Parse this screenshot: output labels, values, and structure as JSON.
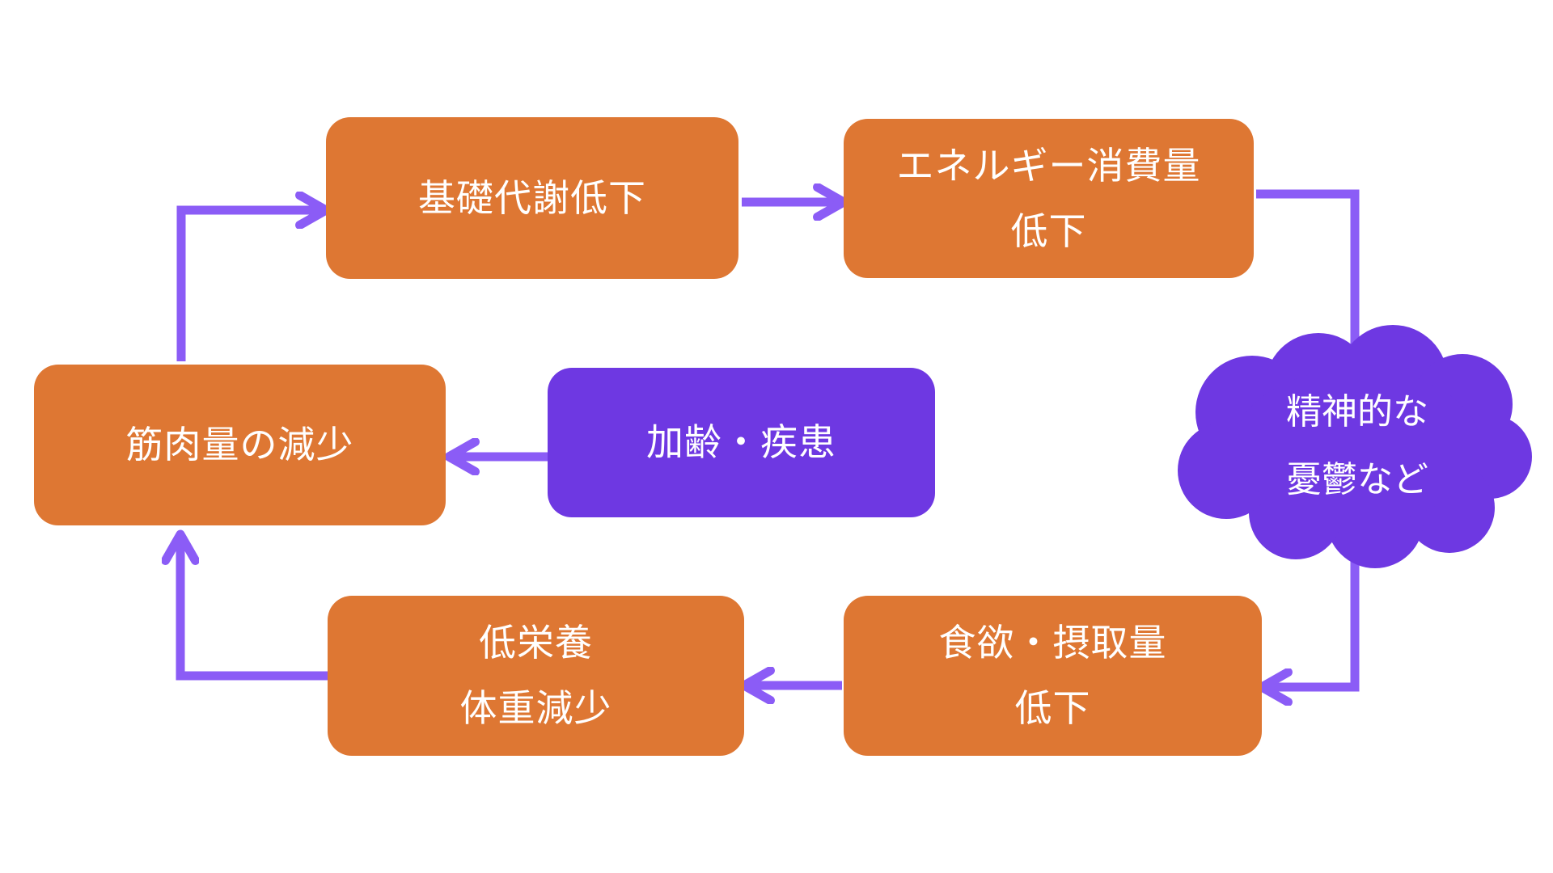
{
  "colors": {
    "box_orange": "#DE7733",
    "box_purple": "#6E38E2",
    "arrow_purple": "#8B5CF6",
    "label_text": "#FFFFFF",
    "background": "#FFFFFF"
  },
  "diagram": {
    "type": "cycle-flowchart",
    "nodes": {
      "basal_metabolism": {
        "lines": [
          "基礎代謝低下"
        ]
      },
      "energy_expenditure": {
        "lines": [
          "エネルギー消費量",
          "低下"
        ]
      },
      "mental_depression": {
        "lines": [
          "精神的な",
          "憂鬱など"
        ]
      },
      "appetite_intake": {
        "lines": [
          "食欲・摂取量",
          "低下"
        ]
      },
      "malnutrition_weight_loss": {
        "lines": [
          "低栄養",
          "体重減少"
        ]
      },
      "muscle_mass_loss": {
        "lines": [
          "筋肉量の減少"
        ]
      },
      "aging_disease": {
        "lines": [
          "加齢・疾患"
        ]
      }
    },
    "edges": [
      "muscle_mass_loss -> basal_metabolism",
      "basal_metabolism -> energy_expenditure",
      "energy_expenditure -> appetite_intake",
      "appetite_intake -> malnutrition_weight_loss",
      "malnutrition_weight_loss -> muscle_mass_loss",
      "aging_disease -> muscle_mass_loss"
    ]
  }
}
